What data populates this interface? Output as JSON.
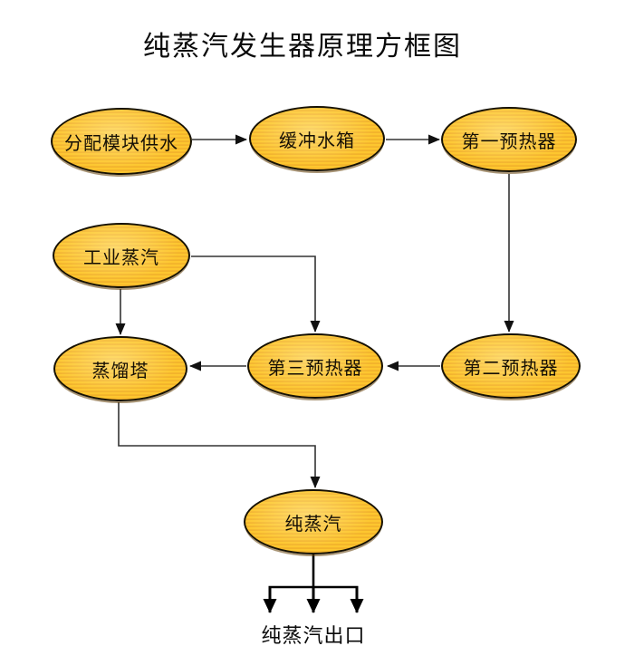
{
  "title": "纯蒸汽发生器原理方框图",
  "diagram": {
    "type": "flowchart",
    "nodes": [
      {
        "id": "feed-water",
        "label": "分配模块供水"
      },
      {
        "id": "buffer-tank",
        "label": "缓冲水箱"
      },
      {
        "id": "preheater-1",
        "label": "第一预热器"
      },
      {
        "id": "industrial-steam",
        "label": "工业蒸汽"
      },
      {
        "id": "distillation-column",
        "label": "蒸馏塔"
      },
      {
        "id": "preheater-3",
        "label": "第三预热器"
      },
      {
        "id": "preheater-2",
        "label": "第二预热器"
      },
      {
        "id": "pure-steam",
        "label": "纯蒸汽"
      }
    ],
    "edges": [
      {
        "from": "分配模块供水",
        "to": "缓冲水箱"
      },
      {
        "from": "缓冲水箱",
        "to": "第一预热器"
      },
      {
        "from": "第一预热器",
        "to": "第二预热器"
      },
      {
        "from": "第二预热器",
        "to": "第三预热器"
      },
      {
        "from": "第三预热器",
        "to": "蒸馏塔"
      },
      {
        "from": "工业蒸汽",
        "to": "蒸馏塔"
      },
      {
        "from": "工业蒸汽",
        "to": "第三预热器"
      },
      {
        "from": "蒸馏塔",
        "to": "纯蒸汽"
      },
      {
        "from": "纯蒸汽",
        "to": "纯蒸汽出口",
        "branches": 3
      }
    ],
    "outlet_label": "纯蒸汽出口",
    "colors": {
      "node_fill": "#fdc62f",
      "node_stripe": "#eda829",
      "node_border": "#161103",
      "node_shadow": "#613d03",
      "arrow_line": "#333333",
      "arrow_head": "#111111",
      "background": "#ffffff",
      "text": "#0a0a0a"
    }
  }
}
